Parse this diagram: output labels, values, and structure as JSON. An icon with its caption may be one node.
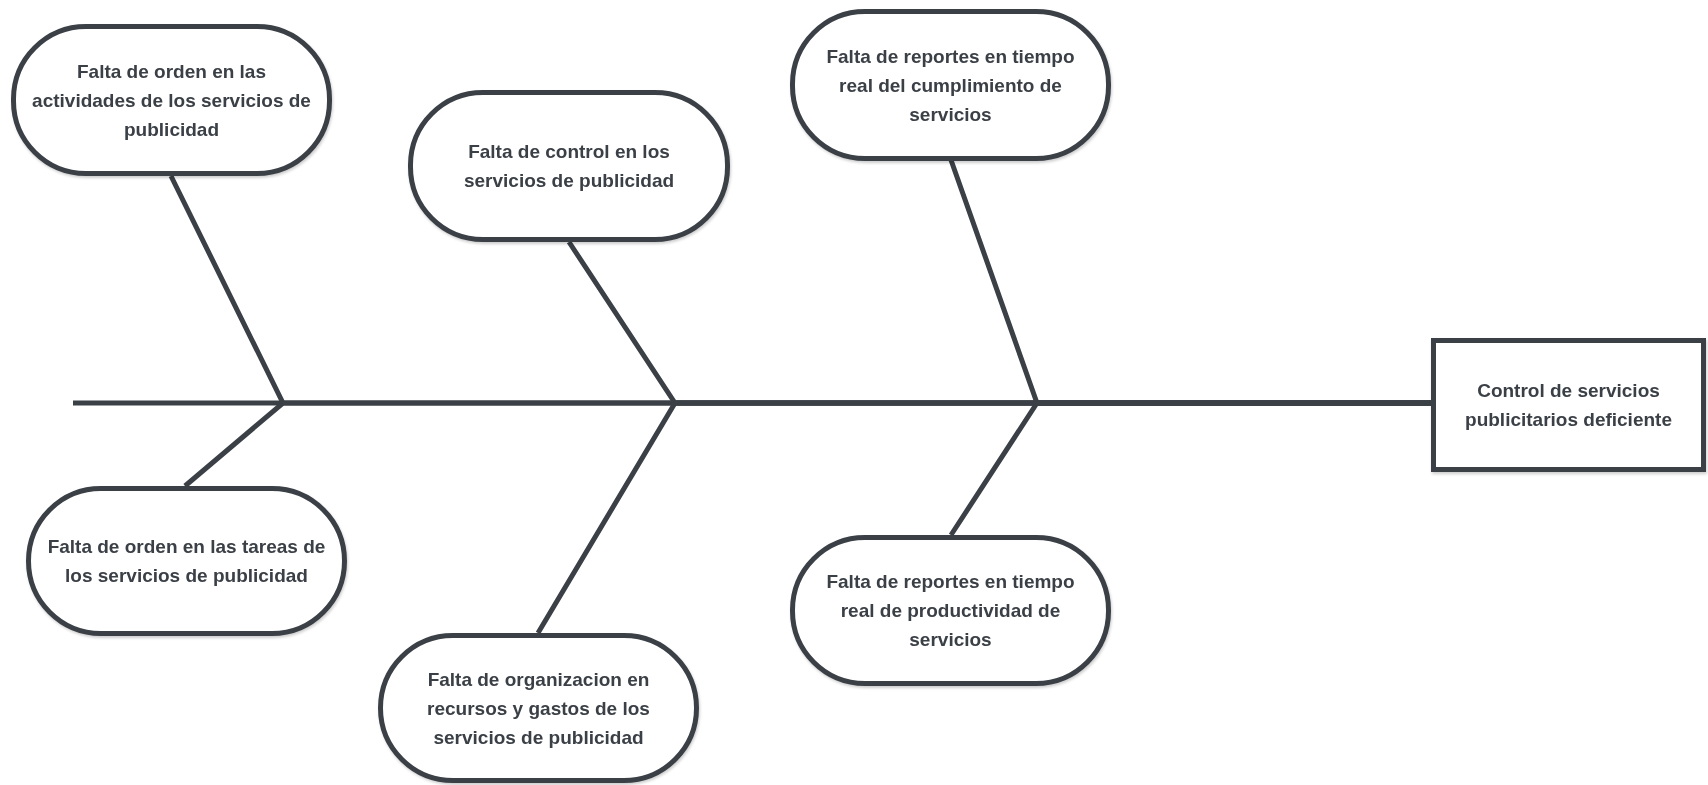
{
  "diagram": {
    "nodes": [
      {
        "text": [
          "Falta de orden en las actividades de los servicios de publicidad"
        ]
      },
      {
        "text": [
          "Falta de control en los servicios de publicidad"
        ]
      },
      {
        "text": [
          "Falta de reportes en tiempo real del cumplimiento de servicios"
        ]
      },
      {
        "text": [
          "Falta de orden en las tareas de los servicios de publicidad"
        ]
      },
      {
        "text": [
          "Falta de organizacion en recursos y gastos de los servicios de publicidad"
        ]
      },
      {
        "text": [
          "Falta de reportes en tiempo real de productividad de servicios"
        ]
      },
      {
        "text": [
          "Control de servicios publicitarios deficiente"
        ]
      }
    ],
    "edges": [
      {
        "from": 0,
        "to": 6,
        "arrow": "none"
      },
      {
        "from": 1,
        "to": 6,
        "arrow": "none"
      },
      {
        "from": 2,
        "to": 6,
        "arrow": "none"
      },
      {
        "from": 3,
        "to": 6,
        "arrow": "none"
      },
      {
        "from": 4,
        "to": 6,
        "arrow": "none"
      },
      {
        "from": 5,
        "to": 6,
        "arrow": "none"
      }
    ]
  }
}
